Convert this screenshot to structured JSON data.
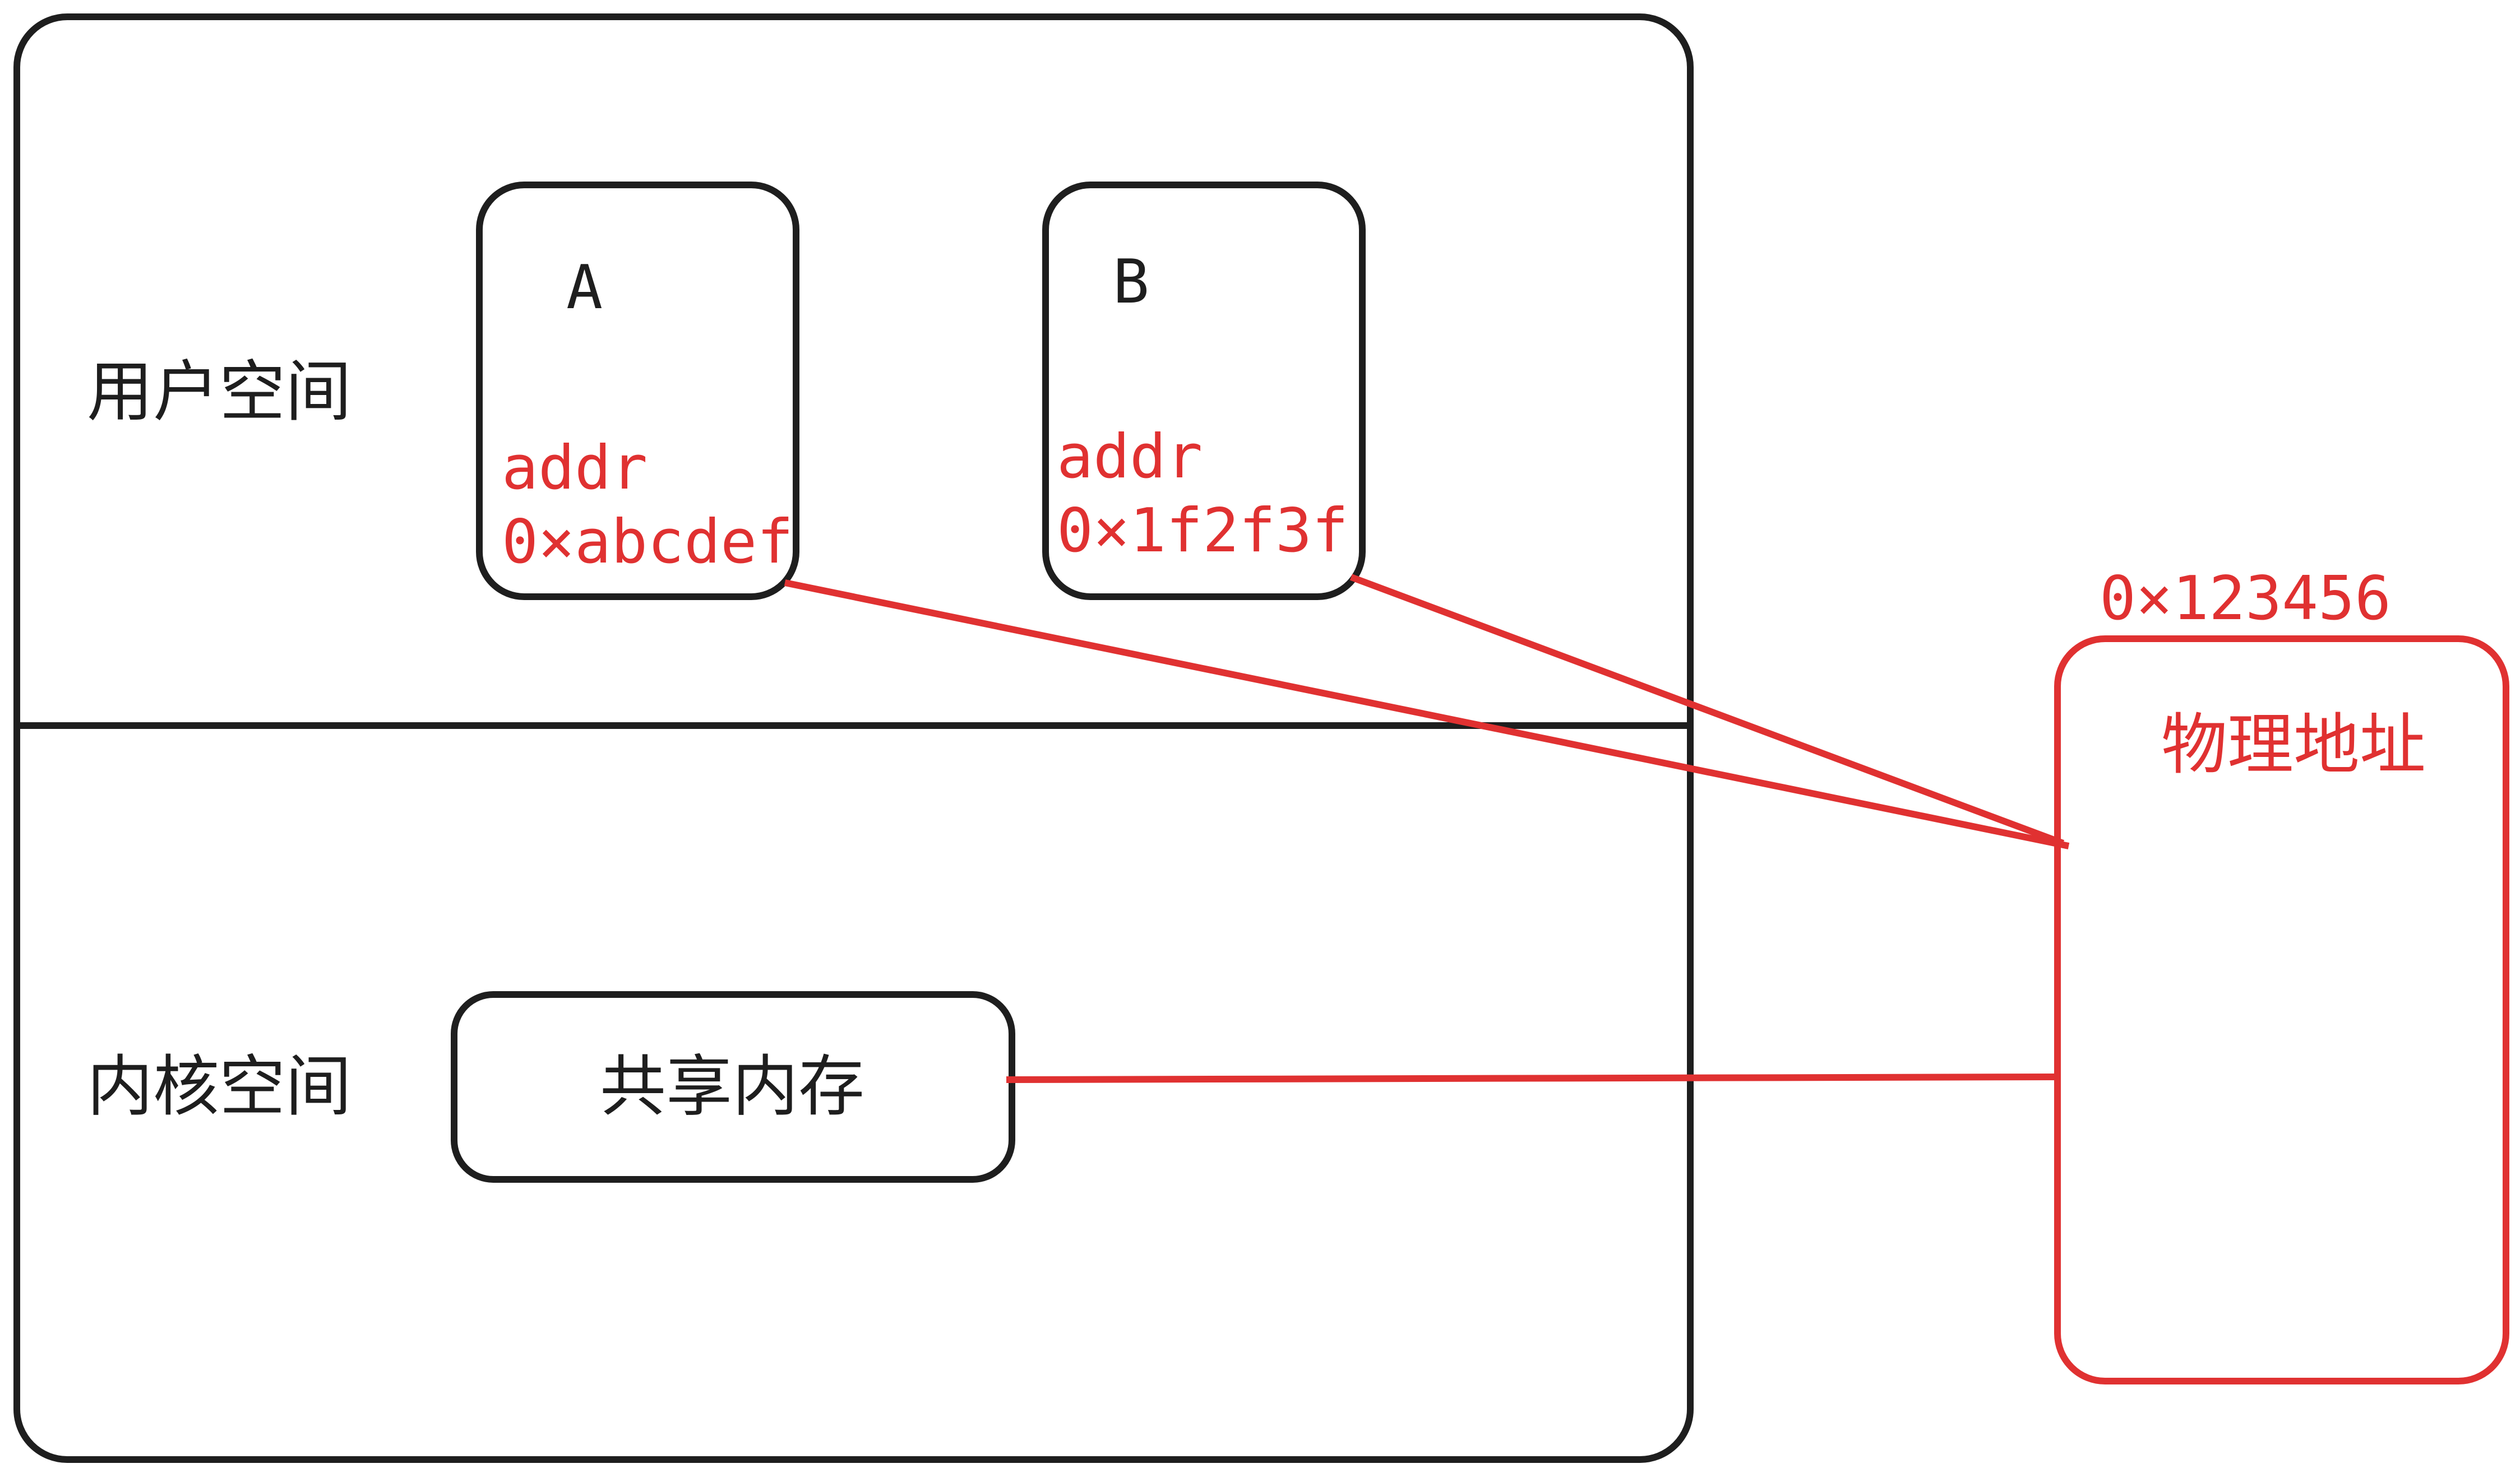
{
  "colors": {
    "stroke_dark": "#1e1e1e",
    "stroke_red": "#e03131"
  },
  "regions": {
    "user_space_label": "用户空间",
    "kernel_space_label": "内核空间"
  },
  "process_a": {
    "name": "A",
    "addr_label": "addr",
    "addr_value": "0×abcdef"
  },
  "process_b": {
    "name": "B",
    "addr_label": "addr",
    "addr_value": "0×1f2f3f"
  },
  "shared_memory": {
    "label": "共享内存"
  },
  "physical": {
    "address_value": "0×123456",
    "label": "物理地址"
  }
}
